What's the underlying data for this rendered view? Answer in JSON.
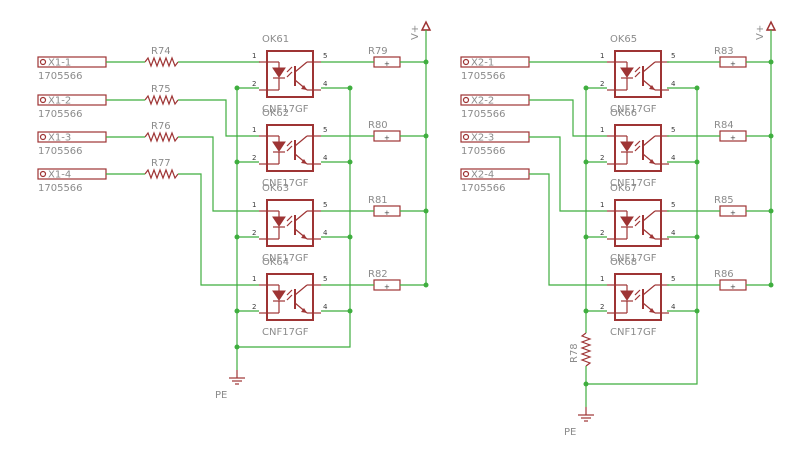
{
  "palette": {
    "wire": "#3fae3f",
    "symbol": "#9e3434",
    "label": "#8b8b8b",
    "pin_number": "#3a3a3a",
    "background": "#ffffff"
  },
  "connectors": [
    {
      "name": "X1-1",
      "part": "1705566"
    },
    {
      "name": "X1-2",
      "part": "1705566"
    },
    {
      "name": "X1-3",
      "part": "1705566"
    },
    {
      "name": "X1-4",
      "part": "1705566"
    },
    {
      "name": "X2-1",
      "part": "1705566"
    },
    {
      "name": "X2-2",
      "part": "1705566"
    },
    {
      "name": "X2-3",
      "part": "1705566"
    },
    {
      "name": "X2-4",
      "part": "1705566"
    }
  ],
  "input_resistors": [
    "R74",
    "R75",
    "R76",
    "R77"
  ],
  "optocouplers": [
    {
      "ref": "OK61",
      "value": "CNF17GF"
    },
    {
      "ref": "OK62",
      "value": "CNF17GF"
    },
    {
      "ref": "OK63",
      "value": "CNF17GF"
    },
    {
      "ref": "OK64",
      "value": "CNF17GF"
    },
    {
      "ref": "OK65",
      "value": "CNF17GF"
    },
    {
      "ref": "OK66",
      "value": "CNF17GF"
    },
    {
      "ref": "OK67",
      "value": "CNF17GF"
    },
    {
      "ref": "OK68",
      "value": "CNF17GF"
    }
  ],
  "output_resistors": [
    "R79",
    "R80",
    "R81",
    "R82",
    "R83",
    "R84",
    "R85",
    "R86"
  ],
  "bottom_resistor": "R78",
  "supply_label": "V+",
  "ground_label": "PE",
  "pin_numbers": {
    "anode": "1",
    "cathode": "2",
    "collector": "5",
    "emitter": "4"
  },
  "fuse_mark": "+"
}
